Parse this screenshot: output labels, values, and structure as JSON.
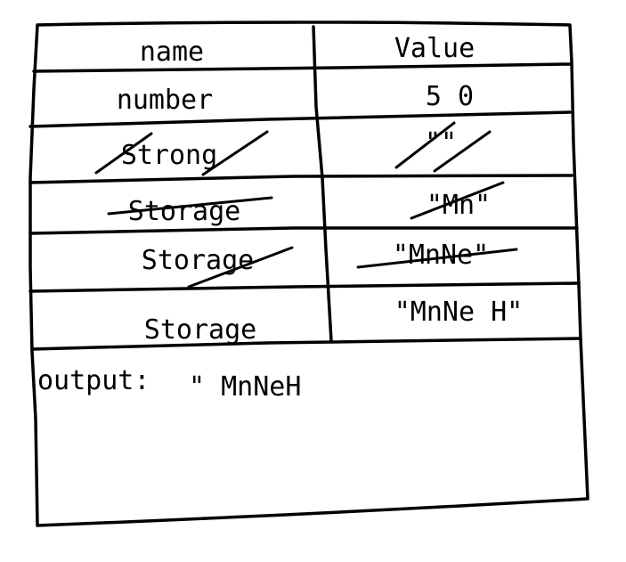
{
  "table": {
    "header": {
      "name": "name",
      "value": "Value"
    },
    "rows": [
      {
        "name": "number",
        "value": "5 0",
        "struck": false
      },
      {
        "name": "Strong",
        "value": "\"\"",
        "struck": true
      },
      {
        "name": "Storage",
        "value": "\"Mn\"",
        "struck": true
      },
      {
        "name": "Storage",
        "value": "\"MnNe\"",
        "struck": true
      },
      {
        "name": "Storage",
        "value": "\"MnNe H\"",
        "struck": false
      }
    ]
  },
  "output": {
    "label": "output:",
    "value": "\" MnNeH"
  }
}
